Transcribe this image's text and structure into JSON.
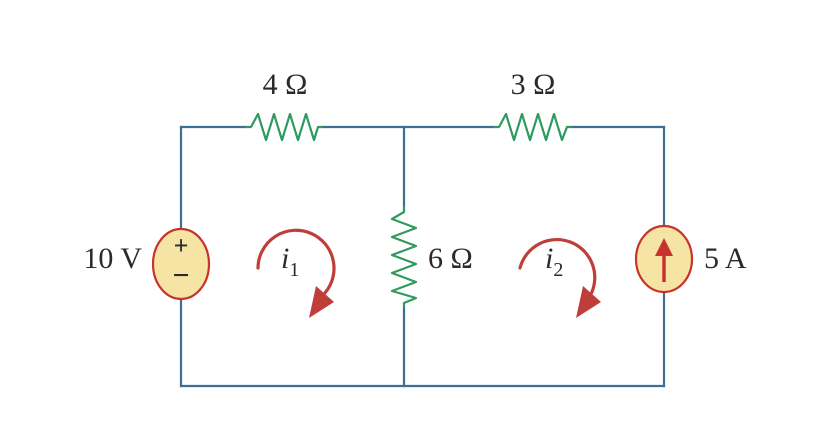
{
  "circuit": {
    "resistors": {
      "r_top_left": "4 Ω",
      "r_top_right": "3 Ω",
      "r_middle": "6 Ω"
    },
    "voltage_source": {
      "label": "10 V",
      "plus_sign": "+",
      "minus_sign": "−"
    },
    "current_source": {
      "label": "5 A"
    },
    "mesh_currents": {
      "mesh1": {
        "symbol": "i",
        "subscript": "1"
      },
      "mesh2": {
        "symbol": "i",
        "subscript": "2"
      }
    }
  },
  "colors": {
    "wire": "#3d6e93",
    "resistor": "#2f9960",
    "source_fill": "#f6e4a4",
    "source_stroke": "#c8322d",
    "mesh_arrow": "#bf3e3a",
    "label_text": "#2a2a2a"
  }
}
